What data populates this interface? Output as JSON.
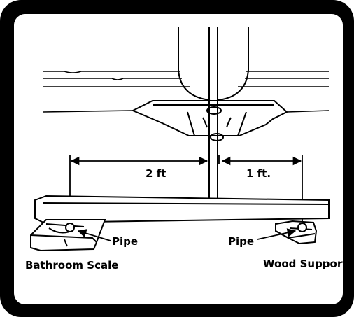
{
  "labels": {
    "left_distance": "2 ft",
    "right_distance": "1 ft.",
    "left_pipe": "Pipe",
    "right_pipe": "Pipe",
    "left_support": "Bathroom Scale",
    "right_support": "Wood Support"
  },
  "colors": {
    "frame": "#000000",
    "background": "#ffffff",
    "line": "#000000"
  }
}
